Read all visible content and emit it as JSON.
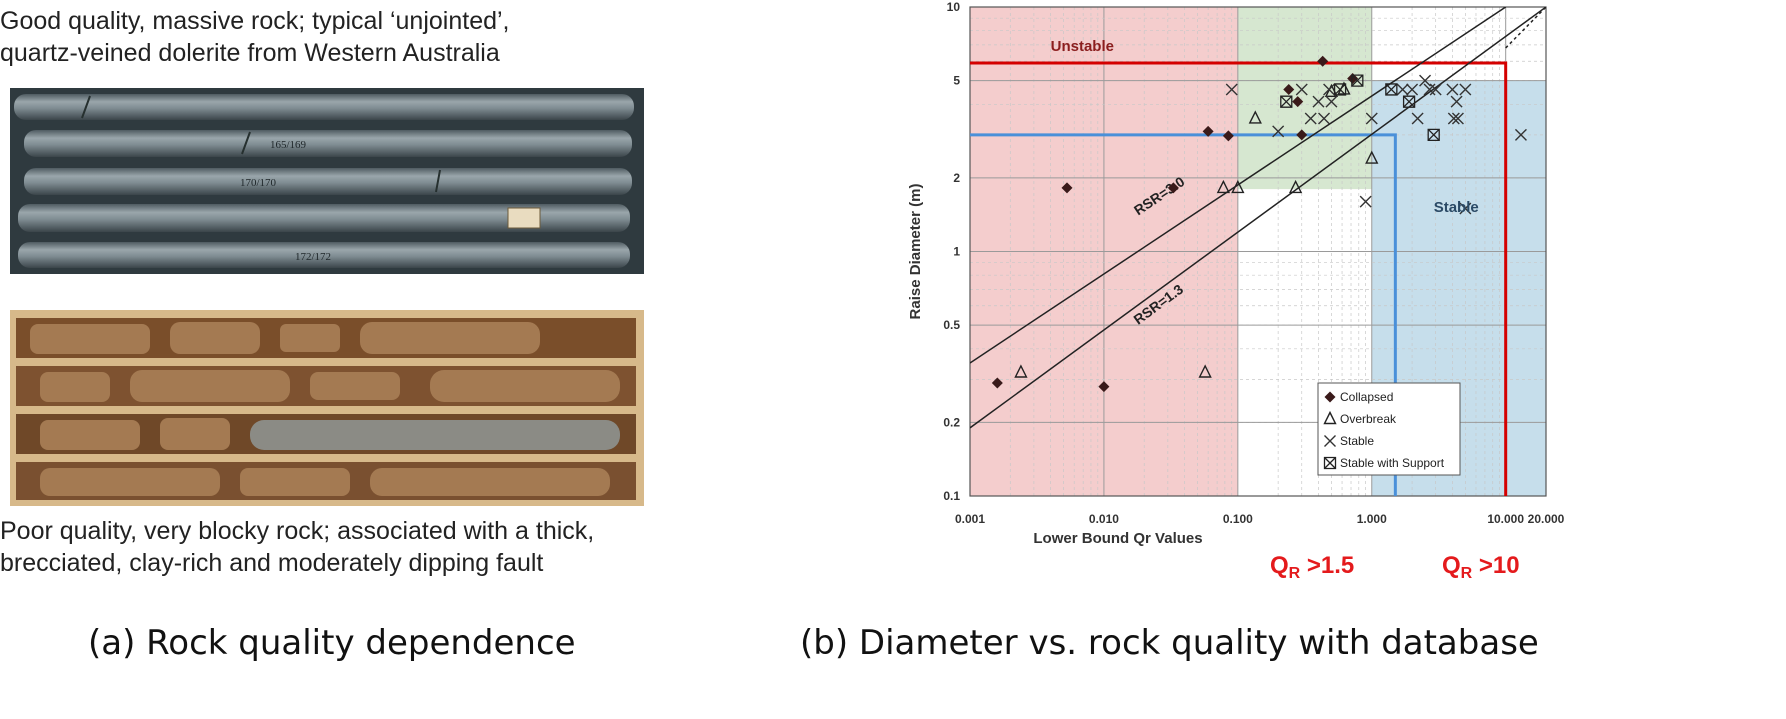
{
  "left_panel": {
    "top_caption_line1": "Good quality, massive rock; typical ‘unjointed’,",
    "top_caption_line2": "quartz-veined dolerite from Western Australia",
    "bottom_caption_line1": "Poor quality, very blocky rock; associated with a thick,",
    "bottom_caption_line2": "brecciated, clay-rich and moderately dipping fault",
    "box_labels": [
      "165/169",
      "170/170",
      "172/172"
    ],
    "subcaption": "(a) Rock quality dependence"
  },
  "right_panel": {
    "subcaption": "(b) Diameter vs. rock quality with database",
    "qr_threshold_1": {
      "symbol": "Q",
      "sub": "R",
      "text": " >1.5"
    },
    "qr_threshold_2": {
      "symbol": "Q",
      "sub": "R",
      "text": " >10"
    }
  },
  "chart_data": {
    "type": "scatter",
    "xscale": "log",
    "yscale": "log",
    "xlim": [
      0.001,
      20
    ],
    "ylim": [
      0.1,
      10
    ],
    "xlabel": "Lower Bound Qr Values",
    "ylabel": "Raise Diameter (m)",
    "x_ticks": [
      0.001,
      0.01,
      0.1,
      1,
      10,
      20
    ],
    "x_tick_labels": [
      "0.001",
      "0.010",
      "0.100",
      "1.000",
      "10.000",
      "20.000"
    ],
    "y_ticks": [
      0.1,
      0.2,
      0.5,
      1,
      2,
      5,
      10
    ],
    "y_tick_labels": [
      "0.1",
      "0.2",
      "0.5",
      "1",
      "2",
      "5",
      "10"
    ],
    "grid": true,
    "legend_position": "bottom-right",
    "zones": [
      {
        "name": "unstable-zone",
        "color": "#f2c4c4",
        "x": [
          0.001,
          0.1
        ],
        "y": [
          0.1,
          10
        ]
      },
      {
        "name": "green-zone",
        "color": "#cfe3c8",
        "x": [
          0.1,
          1
        ],
        "y": [
          1.8,
          10
        ]
      },
      {
        "name": "blue-zone",
        "color": "#bcd8e8",
        "x": [
          1,
          20
        ],
        "y": [
          0.1,
          5
        ]
      }
    ],
    "region_labels": [
      {
        "text": "Unstable",
        "x": 0.004,
        "y": 6.6
      },
      {
        "text": "Stable",
        "x": 2.9,
        "y": 1.45
      }
    ],
    "lines": [
      {
        "label": "RSR=3.0",
        "points": [
          [
            0.001,
            0.35
          ],
          [
            10,
            10
          ]
        ],
        "label_at": [
          0.018,
          1.4
        ],
        "color": "#222222"
      },
      {
        "label": "RSR=1.3",
        "points": [
          [
            0.001,
            0.19
          ],
          [
            20,
            10
          ]
        ],
        "label_at": [
          0.018,
          0.5
        ],
        "color": "#222222"
      }
    ],
    "limit_lines": [
      {
        "name": "qr-1.5-limit",
        "color": "#4a90d9",
        "points": [
          [
            0.001,
            3
          ],
          [
            1.5,
            3
          ],
          [
            1.5,
            0.1
          ]
        ]
      },
      {
        "name": "qr-10-limit",
        "color": "#d40000",
        "points": [
          [
            0.001,
            5.9
          ],
          [
            10,
            5.9
          ],
          [
            10,
            0.1
          ]
        ]
      }
    ],
    "series": [
      {
        "name": "Collapsed",
        "marker": "diamond",
        "points": [
          [
            0.0016,
            0.29
          ],
          [
            0.0053,
            1.82
          ],
          [
            0.01,
            0.28
          ],
          [
            0.033,
            1.82
          ],
          [
            0.06,
            3.1
          ],
          [
            0.085,
            2.97
          ],
          [
            0.24,
            4.6
          ],
          [
            0.28,
            4.1
          ],
          [
            0.3,
            3.0
          ],
          [
            0.43,
            6.0
          ],
          [
            0.72,
            5.1
          ]
        ]
      },
      {
        "name": "Overbreak",
        "marker": "triangle",
        "points": [
          [
            0.0024,
            0.32
          ],
          [
            0.057,
            0.32
          ],
          [
            0.078,
            1.82
          ],
          [
            0.1,
            1.82
          ],
          [
            0.135,
            3.5
          ],
          [
            0.27,
            1.82
          ],
          [
            0.5,
            4.5
          ],
          [
            0.62,
            4.6
          ],
          [
            1.0,
            2.4
          ]
        ]
      },
      {
        "name": "Stable",
        "marker": "x",
        "points": [
          [
            0.09,
            4.6
          ],
          [
            0.2,
            3.1
          ],
          [
            0.3,
            4.6
          ],
          [
            0.35,
            3.5
          ],
          [
            0.4,
            4.1
          ],
          [
            0.44,
            3.5
          ],
          [
            0.48,
            4.6
          ],
          [
            0.5,
            4.1
          ],
          [
            0.9,
            1.6
          ],
          [
            1.0,
            3.5
          ],
          [
            1.7,
            4.6
          ],
          [
            2.0,
            4.6
          ],
          [
            2.2,
            3.5
          ],
          [
            2.5,
            5.0
          ],
          [
            2.7,
            4.6
          ],
          [
            3.0,
            4.6
          ],
          [
            4.0,
            4.6
          ],
          [
            4.1,
            3.5
          ],
          [
            4.3,
            4.1
          ],
          [
            4.4,
            3.5
          ],
          [
            5.0,
            1.5
          ],
          [
            5.0,
            4.6
          ],
          [
            13.0,
            3.0
          ]
        ]
      },
      {
        "name": "Stable with Support",
        "marker": "boxx",
        "points": [
          [
            0.23,
            4.1
          ],
          [
            0.58,
            4.6
          ],
          [
            0.78,
            5.0
          ],
          [
            1.4,
            4.6
          ],
          [
            1.9,
            4.1
          ],
          [
            2.9,
            3.0
          ]
        ]
      }
    ]
  }
}
